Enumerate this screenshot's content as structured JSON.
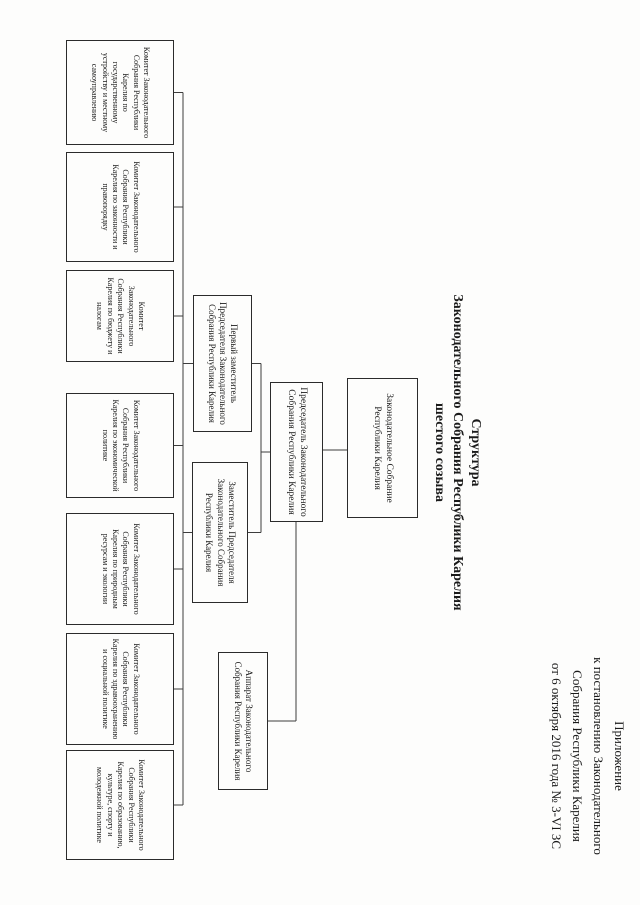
{
  "appendix": {
    "line1": "Приложение",
    "line2": "к постановлению Законодательного",
    "line3": "Собрания Республики Карелия",
    "line4": "от 6 октября 2016 года № 3-VI ЗС"
  },
  "title": {
    "line1": "Структура",
    "line2": "Законодательного Собрания Республики Карелия",
    "line3": "шестого созыва"
  },
  "chart": {
    "assembly": "Законодательное Собрание Республики Карелия",
    "chairman": "Председатель Законодательного Собрания Республики Карелия",
    "first_deputy": "Первый заместитель Председателя Законодательного Собрания Республики Карелия",
    "deputy": "Заместитель Председателя Законодательного Собрания Республики Карелия",
    "apparatus": "Аппарат Законодательного Собрания Республики Карелия",
    "committees": [
      "Комитет Законодательного Собрания Республики Карелия по государственному устройству и местному самоуправлению",
      "Комитет Законодательного Собрания Республики Карелия по законности и правопорядку",
      "Комитет Законодательного Собрания Республики Карелия по бюджету и налогам",
      "Комитет Законодательного Собрания Республики Карелия по экономической политике",
      "Комитет Законодательного Собрания Республики Карелия по природным ресурсам и экологии",
      "Комитет Законодательного Собрания Республики Карелия по здравоохранению и социальной политике",
      "Комитет Законодательного Собрания Республики Карелия по образованию, культуре, спорту и молодежной политике"
    ]
  }
}
